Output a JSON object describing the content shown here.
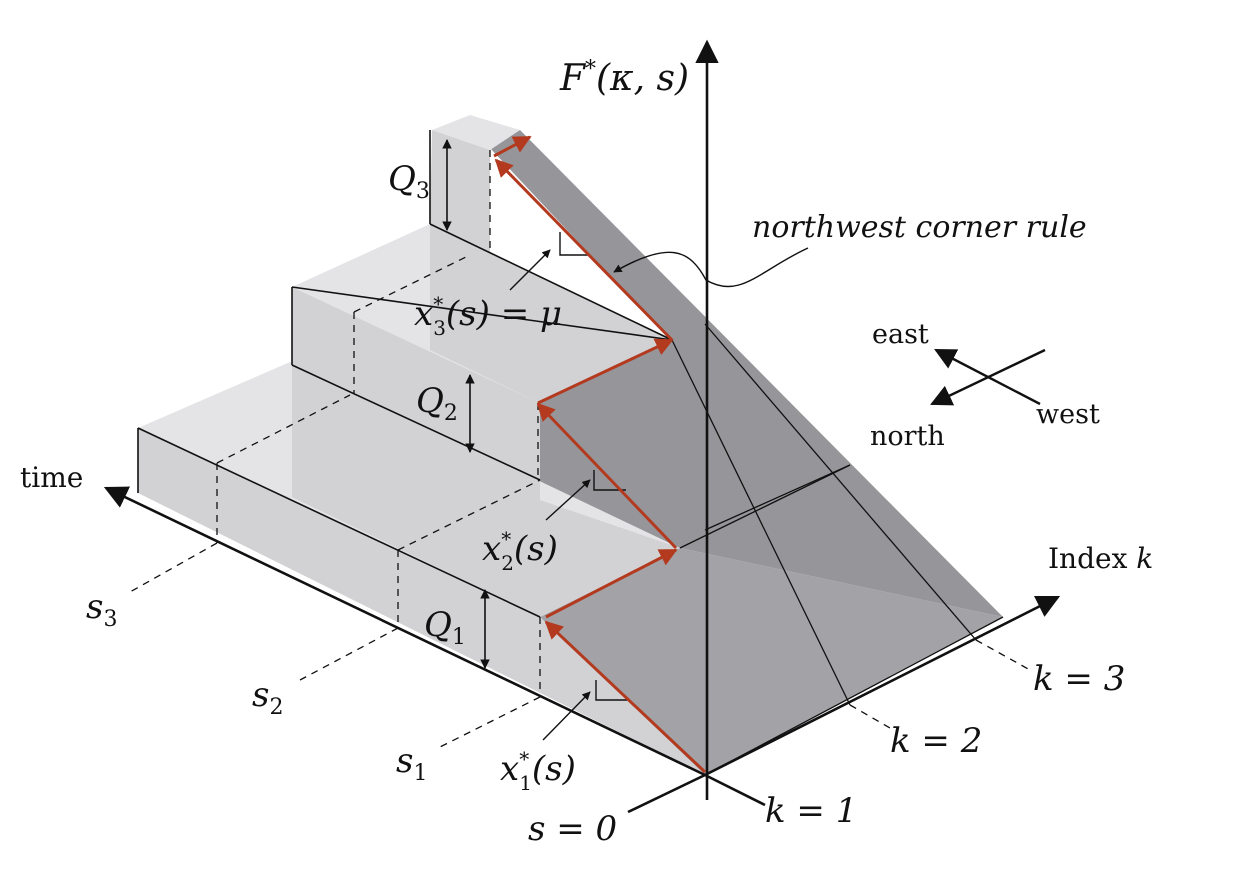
{
  "axes": {
    "vertical": {
      "label_main": "F",
      "label_sup": "*",
      "label_args": "(κ, s)"
    },
    "time": {
      "label": "time"
    },
    "index": {
      "label_text": "Index ",
      "label_var": "k"
    }
  },
  "time_ticks": [
    {
      "var": "s",
      "sub": "3"
    },
    {
      "var": "s",
      "sub": "2"
    },
    {
      "var": "s",
      "sub": "1"
    },
    {
      "text": "s = 0"
    }
  ],
  "index_ticks": [
    {
      "text": "k = 1"
    },
    {
      "text": "k = 2"
    },
    {
      "text": "k = 3"
    }
  ],
  "steps": [
    {
      "var": "Q",
      "sub": "1"
    },
    {
      "var": "Q",
      "sub": "2"
    },
    {
      "var": "Q",
      "sub": "3"
    }
  ],
  "annotations": {
    "x1": {
      "var": "x",
      "sup": "*",
      "sub": "1",
      "args": "(s)"
    },
    "x2": {
      "var": "x",
      "sup": "*",
      "sub": "2",
      "args": "(s)"
    },
    "x3": {
      "var": "x",
      "sup": "*",
      "sub": "3",
      "args": "(s) = μ"
    },
    "rule": "northwest corner rule"
  },
  "compass": {
    "east": "east",
    "north": "north",
    "west": "west"
  },
  "colors": {
    "path": "#b33a1f",
    "top_face": "#e4e4e6",
    "front_face": "#d2d2d4",
    "slope_face": "#96969a",
    "floor_face": "#a3a3a7",
    "line": "#111111"
  }
}
